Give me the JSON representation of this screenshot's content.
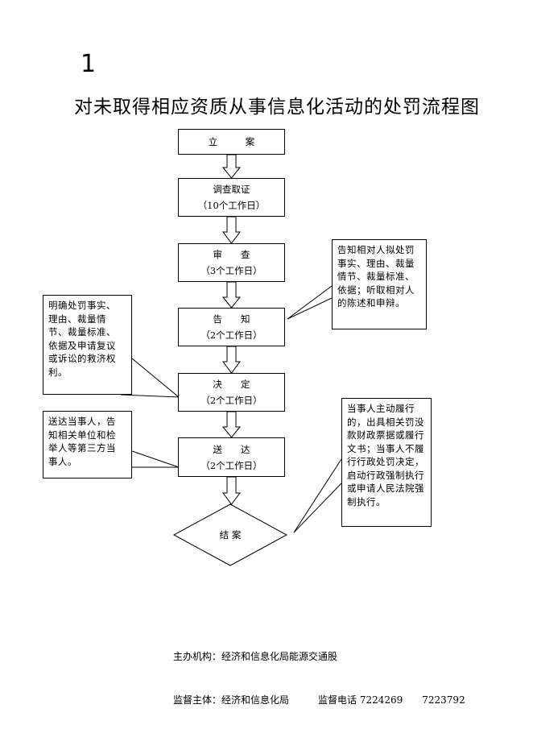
{
  "page_number": "1",
  "title": "对未取得相应资质从事信息化活动的处罚流程图",
  "steps": [
    {
      "label": "立　　　案",
      "duration": ""
    },
    {
      "label": "调查取证",
      "duration": "（10个工作日）"
    },
    {
      "label": "审　　查",
      "duration": "（3个工作日）"
    },
    {
      "label": "告　　知",
      "duration": "（2个工作日）"
    },
    {
      "label": "决　　定",
      "duration": "（2个工作日）"
    },
    {
      "label": "送　　达",
      "duration": "（2个工作日）"
    }
  ],
  "end_label": "结 案",
  "notes": {
    "notify_right": [
      "告知相对人拟处罚",
      "事实、理由、裁量",
      "情节、裁量标准、",
      "依据；听取相对人",
      "的陈述和申辩。"
    ],
    "decision_left": [
      "明确处罚事实、",
      "理由、裁量情",
      "节、裁量标准、",
      "依据及申请复议",
      "或诉讼的救济权",
      "利。"
    ],
    "deliver_left": [
      "送达当事人，告",
      "知相关单位和检",
      "举人等第三方当",
      "事人。"
    ],
    "execute_right": [
      "当事人主动履行",
      "的，出具相关罚没",
      "款财政票据或履行",
      "文书；当事人不履",
      "行行政处罚决定，",
      "启动行政强制执行",
      "或申请人民法院强",
      "制执行。"
    ]
  },
  "footer": {
    "line1": "主办机构：经济和信息化局能源交通股",
    "line2": "监督主体：经济和信息化局　　　监督电话 7224269　　7223792"
  }
}
